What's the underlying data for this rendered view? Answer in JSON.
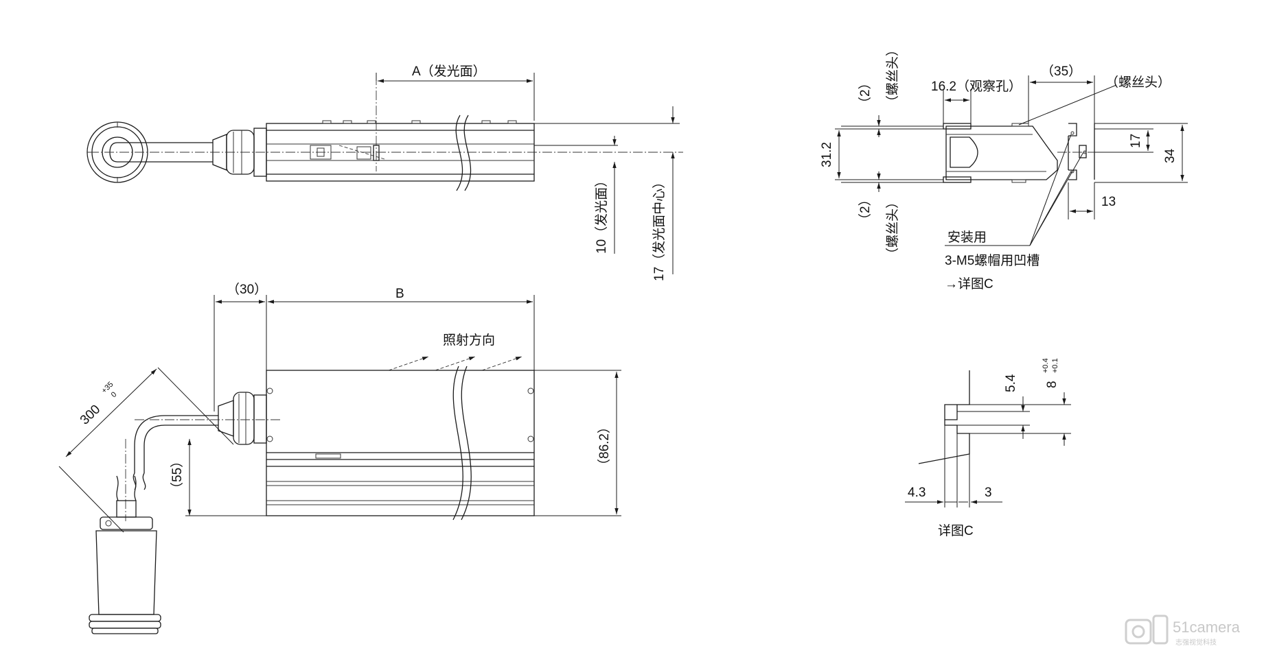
{
  "labels": {
    "emitting_face_a": "A（发光面）",
    "emitting_face_10": "10（发光面）",
    "emitting_center_17": "17（发光面中心）",
    "cable_30": "（30）",
    "length_b": "B",
    "irradiation_direction": "照射方向",
    "height_86_2": "（86.2）",
    "cable_55": "（55）",
    "cable_300": "300",
    "tol_300_upper": "+35",
    "tol_300_lower": "0",
    "screw_head_top_num": "（2）",
    "screw_head_top_txt": "（螺丝头）",
    "screw_head_bottom_num": "（2）",
    "screw_head_bottom_txt": "（螺丝头）",
    "dim_31_2": "31.2",
    "dim_16_2": "16.2（观察孔）",
    "dim_35": "（35）",
    "screw_head_callout": "（螺丝头）",
    "dim_17": "17",
    "dim_34": "34",
    "dim_13": "13",
    "mount_note_1": "安装用",
    "mount_note_2": "3-M5螺帽用凹槽",
    "mount_note_3": "→详图C",
    "dim_5_4": "5.4",
    "dim_8": "8",
    "tol_8_upper": "+0.4",
    "tol_8_lower": "+0.1",
    "dim_4_3": "4.3",
    "dim_3": "3",
    "detail_c": "详图C"
  },
  "watermark": {
    "brand": "51camera",
    "tagline": "志强视觉科技",
    "color": "#c8c8c8"
  },
  "colors": {
    "line": "#1a1a1a",
    "background": "#ffffff"
  }
}
